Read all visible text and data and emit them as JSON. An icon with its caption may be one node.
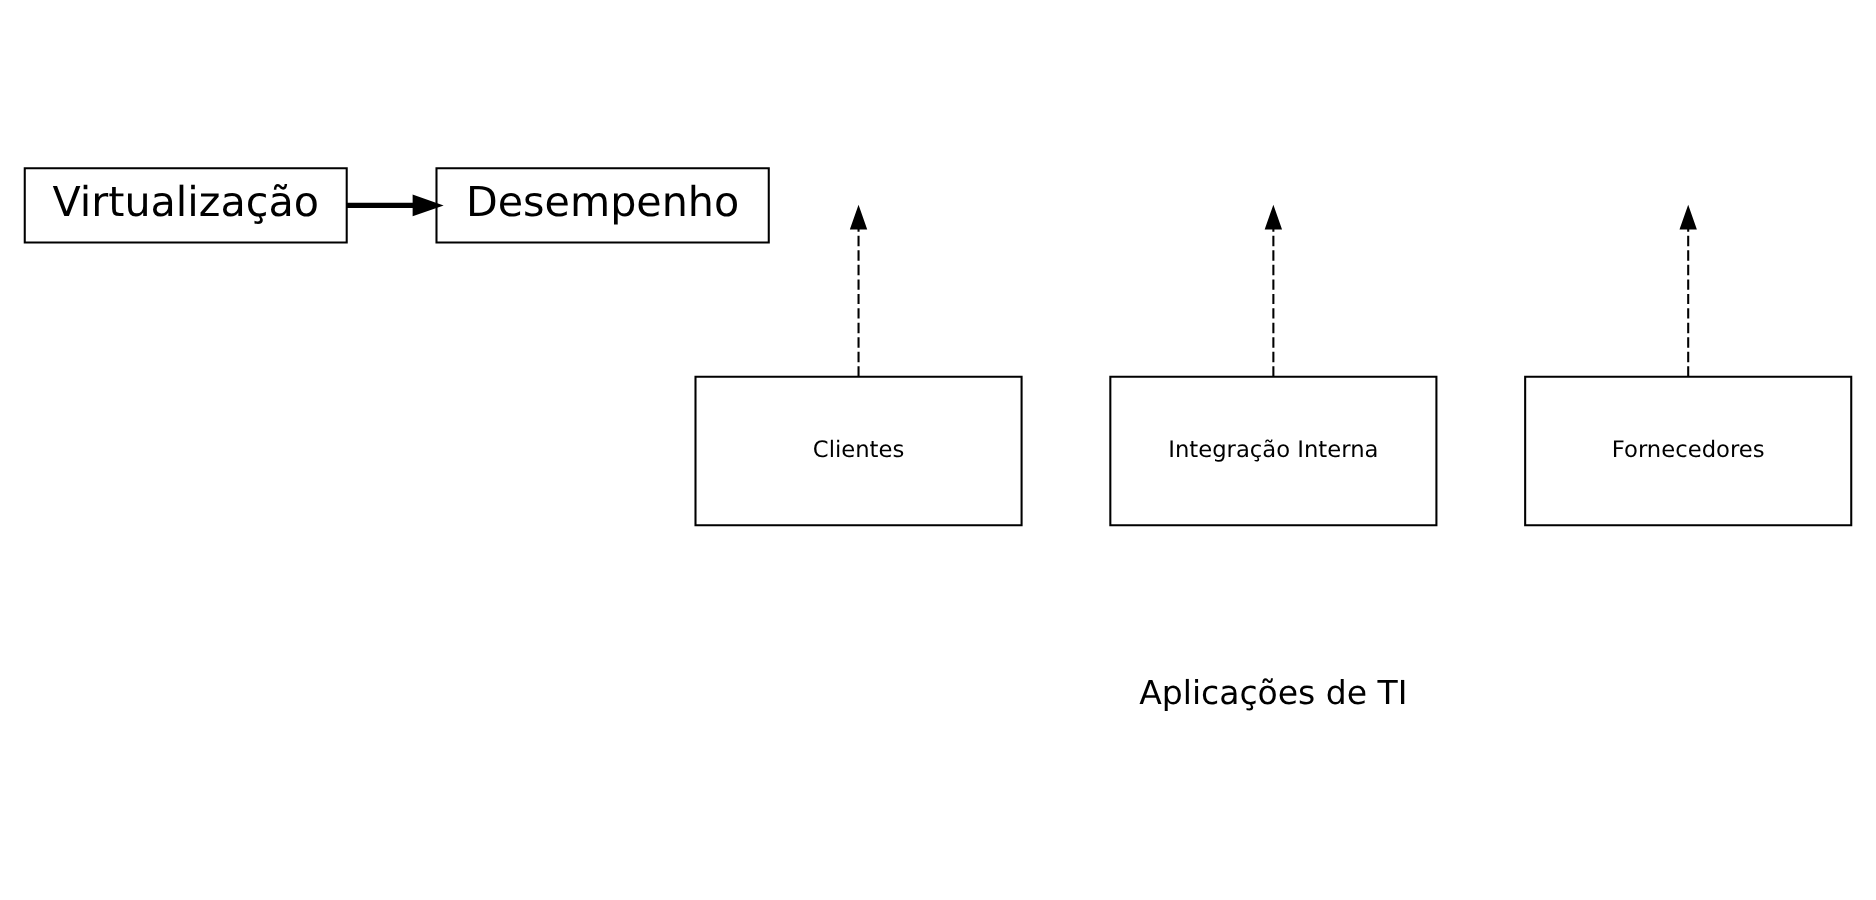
{
  "diagram": {
    "nodes": [
      {
        "text": [
          "Virtualização"
        ]
      },
      {
        "text": [
          "Desempenho"
        ]
      },
      {
        "text": [
          "Clientes"
        ]
      },
      {
        "text": [
          "Integração Interna"
        ]
      },
      {
        "text": [
          "Fornecedores"
        ]
      }
    ],
    "edges": [
      {
        "from": 0,
        "to": 1,
        "arrow": "to",
        "style": "thick"
      },
      {
        "from": 2,
        "to": null,
        "arrow": "to",
        "style": "dashed"
      },
      {
        "from": 3,
        "to": null,
        "arrow": "to",
        "style": "dashed"
      },
      {
        "from": 4,
        "to": null,
        "arrow": "to",
        "style": "dashed"
      }
    ],
    "labels": [
      "Aplicações de TI"
    ]
  }
}
